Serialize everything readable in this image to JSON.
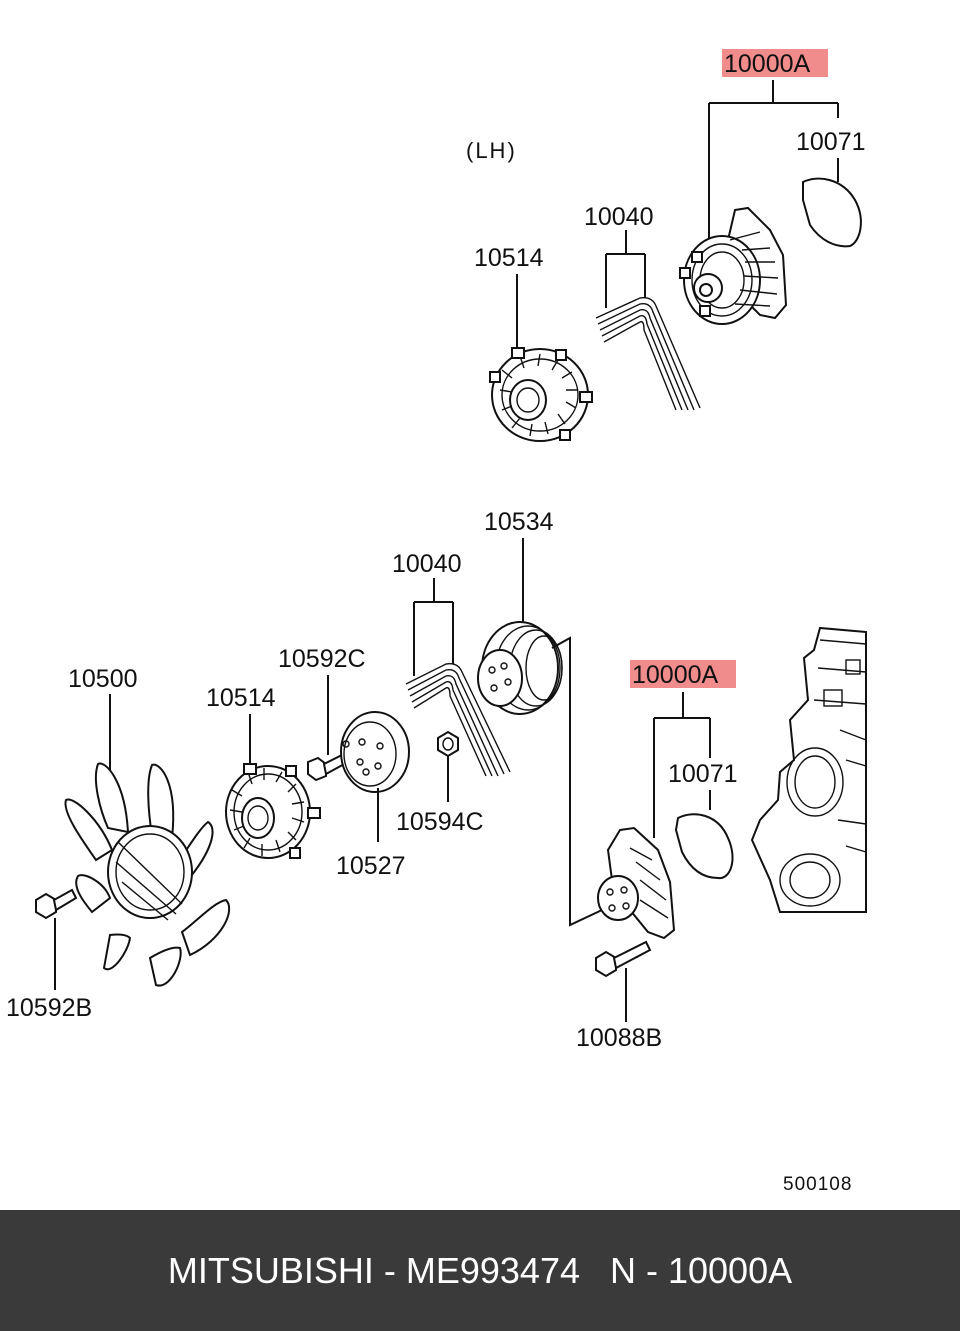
{
  "callouts": {
    "top_assembly": "10000A",
    "top_gasket": "10071",
    "lh_note": "(LH)",
    "top_belt": "10040",
    "top_clutch": "10514",
    "mid_pulley": "10534",
    "mid_belt": "10040",
    "mid_bolt": "10592C",
    "fan": "10500",
    "mid_clutch": "10514",
    "right_assembly": "10000A",
    "right_gasket": "10071",
    "nut": "10594C",
    "spacer": "10527",
    "fan_bolt": "10592B",
    "pump_bolt": "10088B"
  },
  "diagram_number": "500108",
  "highlight_color": "#f08c8c",
  "footer": {
    "text": "MITSUBISHI - ME993474   N - 10000A",
    "background": "#3a3a3a"
  }
}
